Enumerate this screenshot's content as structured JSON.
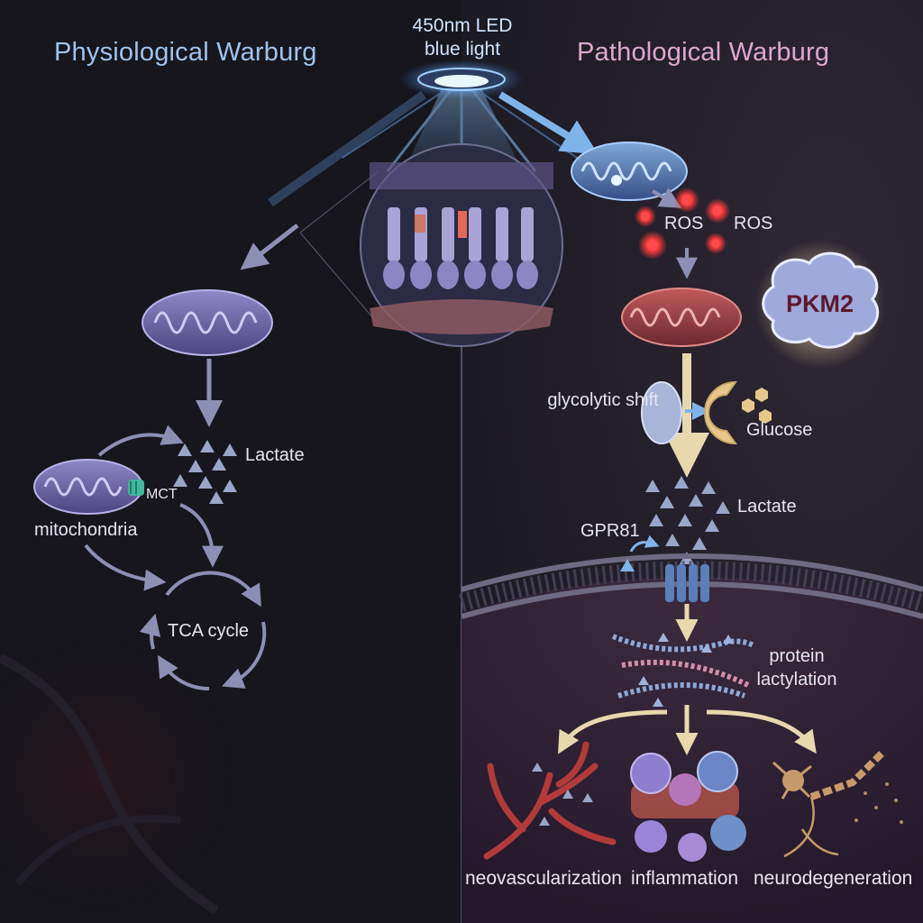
{
  "header": {
    "left_title": "Physiological Warburg",
    "right_title": "Pathological Warburg",
    "light_source": "450nm LED blue light"
  },
  "left_panel": {
    "lactate": "Lactate",
    "mct": "MCT",
    "mitochondria": "mitochondria",
    "tca": "TCA cycle"
  },
  "right_panel": {
    "ros_1": "ROS",
    "ros_2": "ROS",
    "pkm2": "PKM2",
    "glycolytic_shift": "glycolytic shift",
    "glucose": "Glucose",
    "lactate": "Lactate",
    "gpr81": "GPR81",
    "protein_lactylation": "protein lactylation"
  },
  "outcomes": [
    "neovascularization",
    "inflammation",
    "neurodegeneration"
  ],
  "colors": {
    "left_title": "#9fc3ec",
    "right_title": "#dca8d0",
    "blue_light": "#6fb6ff",
    "ros": "#ff3b3b",
    "damaged_mito": "#b4484e",
    "lactate": "#9aa6c8"
  }
}
